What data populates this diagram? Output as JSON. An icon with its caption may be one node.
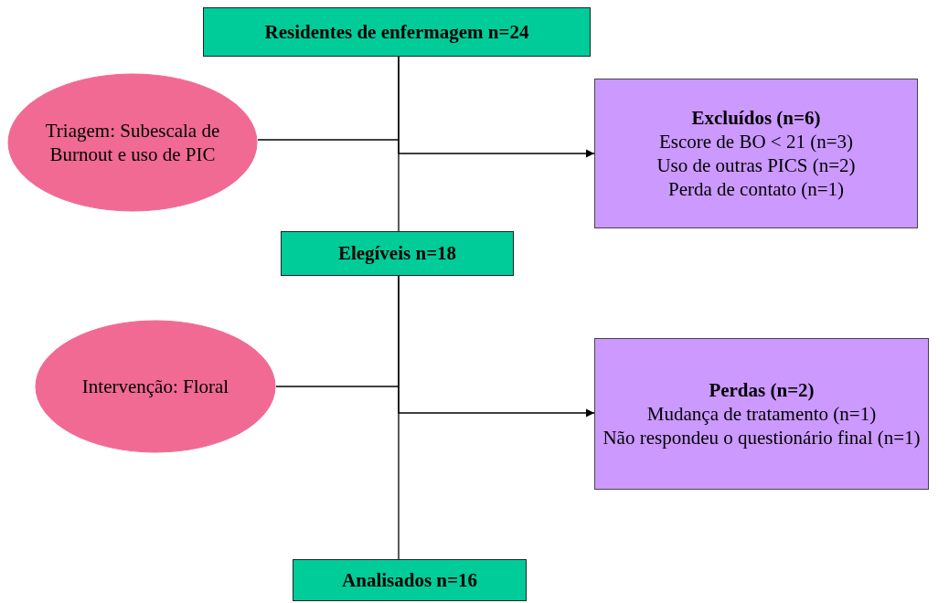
{
  "diagram": {
    "nodes": [
      {
        "text": [
          "Residentes de enfermagem n=24"
        ]
      },
      {
        "text": [
          "Triagem: Subescala de Burnout e uso de PIC"
        ]
      },
      {
        "text": [
          "Excluídos (n=6)",
          "Escore de BO < 21 (n=3)",
          "Uso de outras PICS (n=2)",
          "Perda de contato (n=1)"
        ]
      },
      {
        "text": [
          "Elegíveis n=18"
        ]
      },
      {
        "text": [
          "Intervenção: Floral"
        ]
      },
      {
        "text": [
          "Perdas (n=2)",
          "Mudança de tratamento (n=1)",
          "Não respondeu o questionário final (n=1)"
        ]
      },
      {
        "text": [
          "Analisados n=16"
        ]
      }
    ],
    "edges": [
      {
        "from": 0,
        "to": 3,
        "arrow": "none"
      },
      {
        "from": 0,
        "to": 2,
        "arrow": "to"
      },
      {
        "from": 1,
        "to": null,
        "arrow": "none"
      },
      {
        "from": 3,
        "to": 6,
        "arrow": "none"
      },
      {
        "from": 3,
        "to": 5,
        "arrow": "to"
      },
      {
        "from": 4,
        "to": null,
        "arrow": "none"
      }
    ]
  }
}
